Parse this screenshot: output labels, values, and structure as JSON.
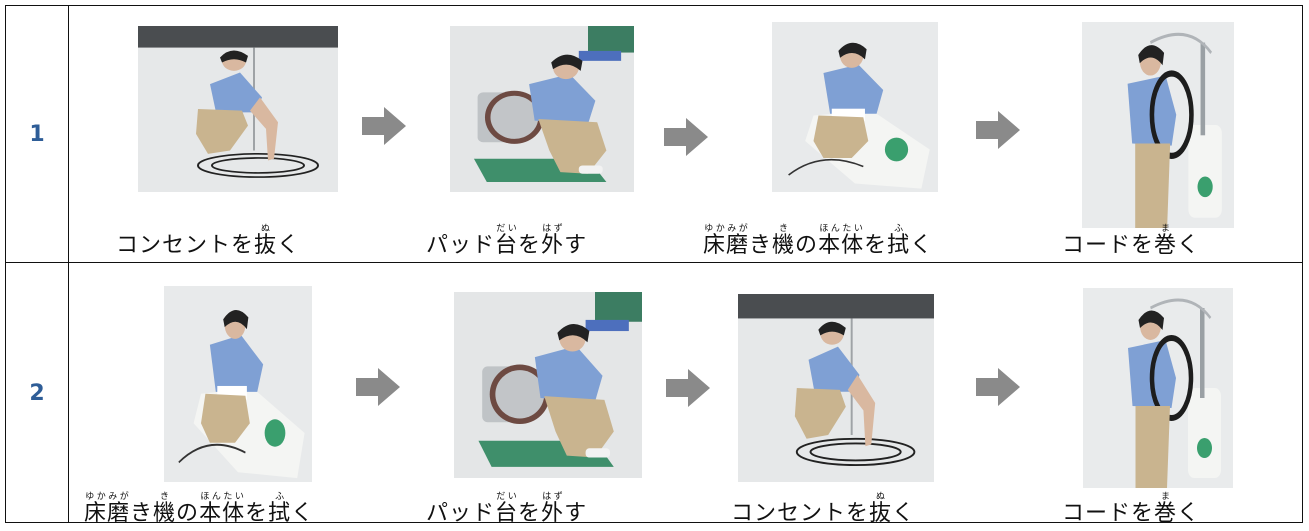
{
  "rows": [
    {
      "number": "1",
      "steps": [
        {
          "parts": [
            {
              "t": "コンセントを"
            },
            {
              "t": "抜",
              "r": "ぬ"
            },
            {
              "t": "く"
            }
          ],
          "photo": "unplug-cord"
        },
        {
          "parts": [
            {
              "t": "パッド"
            },
            {
              "t": "台",
              "r": "だい"
            },
            {
              "t": "を"
            },
            {
              "t": "外",
              "r": "はず"
            },
            {
              "t": "す"
            }
          ],
          "photo": "remove-pad"
        },
        {
          "parts": [
            {
              "t": "床磨",
              "r": "ゆかみが"
            },
            {
              "t": "き"
            },
            {
              "t": "機",
              "r": "き"
            },
            {
              "t": "の"
            },
            {
              "t": "本体",
              "r": "ほんたい"
            },
            {
              "t": "を"
            },
            {
              "t": "拭",
              "r": "ふ"
            },
            {
              "t": "く"
            }
          ],
          "photo": "wipe-machine"
        },
        {
          "parts": [
            {
              "t": "コードを"
            },
            {
              "t": "巻",
              "r": "ま"
            },
            {
              "t": "く"
            }
          ],
          "photo": "wind-cord"
        }
      ]
    },
    {
      "number": "2",
      "steps": [
        {
          "parts": [
            {
              "t": "床磨",
              "r": "ゆかみが"
            },
            {
              "t": "き"
            },
            {
              "t": "機",
              "r": "き"
            },
            {
              "t": "の"
            },
            {
              "t": "本体",
              "r": "ほんたい"
            },
            {
              "t": "を"
            },
            {
              "t": "拭",
              "r": "ふ"
            },
            {
              "t": "く"
            }
          ],
          "photo": "wipe-machine"
        },
        {
          "parts": [
            {
              "t": "パッド"
            },
            {
              "t": "台",
              "r": "だい"
            },
            {
              "t": "を"
            },
            {
              "t": "外",
              "r": "はず"
            },
            {
              "t": "す"
            }
          ],
          "photo": "remove-pad"
        },
        {
          "parts": [
            {
              "t": "コンセントを"
            },
            {
              "t": "抜",
              "r": "ぬ"
            },
            {
              "t": "く"
            }
          ],
          "photo": "unplug-cord"
        },
        {
          "parts": [
            {
              "t": "コードを"
            },
            {
              "t": "巻",
              "r": "ま"
            },
            {
              "t": "く"
            }
          ],
          "photo": "wind-cord"
        }
      ]
    }
  ],
  "colors": {
    "row_number": "#2e5d97",
    "arrow": "#8a8a8a",
    "border": "#111111"
  }
}
